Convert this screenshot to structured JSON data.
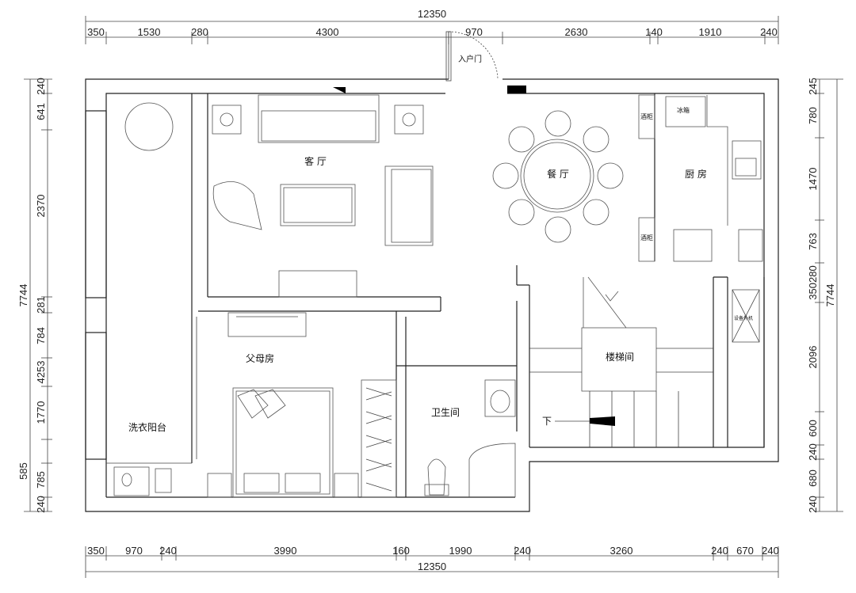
{
  "drawing": {
    "total_width_top": "12350",
    "total_width_bottom": "12350",
    "total_height_left": "7744",
    "total_height_right": "7744",
    "top_dims": [
      "350",
      "1530",
      "280",
      "4300",
      "970",
      "2630",
      "140",
      "1910",
      "240"
    ],
    "bottom_dims": [
      "350",
      "970",
      "240",
      "3990",
      "160",
      "1990",
      "240",
      "3260",
      "240",
      "670",
      "240"
    ],
    "left_dims": [
      "240",
      "641",
      "2370",
      "281",
      "784",
      "4253",
      "1770",
      "585",
      "785",
      "240"
    ],
    "right_dims": [
      "245",
      "780",
      "1470",
      "763",
      "350280",
      "2096",
      "600",
      "240",
      "680",
      "240"
    ]
  },
  "rooms": {
    "living": "客 厅",
    "dining": "餐 厅",
    "kitchen": "厨 房",
    "parents": "父母房",
    "bath": "卫生间",
    "stair": "楼梯间",
    "laundry": "洗衣阳台",
    "entry": "入户门",
    "down": "下",
    "fridge": "冰箱",
    "wine1": "酒柜",
    "wine2": "酒柜",
    "equip": "设备外机"
  }
}
